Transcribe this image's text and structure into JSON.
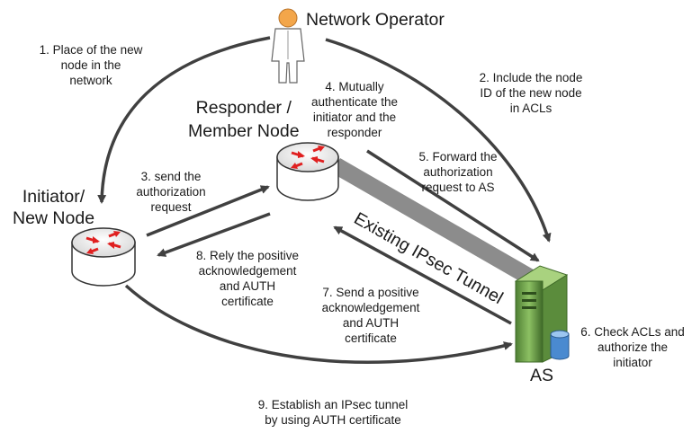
{
  "nodes": {
    "operator": "Network Operator",
    "responder": "Responder /\nMember Node",
    "initiator": "Initiator/\nNew Node",
    "as": "AS"
  },
  "tunnel_label": "Existing IPsec Tunnel",
  "steps": {
    "s1": "1. Place of the new\nnode in the\nnetwork",
    "s2": "2. Include the node\nID of the new node\nin ACLs",
    "s3": "3. send the\nauthorization\nrequest",
    "s4": "4. Mutually\nauthenticate the\ninitiator and the\nresponder",
    "s5": "5. Forward the\nauthorization\nrequest to AS",
    "s6": "6. Check ACLs and\nauthorize the\ninitiator",
    "s7": "7. Send a positive\nacknowledgement\nand AUTH\ncertificate",
    "s8": "8. Rely the positive\nacknowledgement\nand AUTH\ncertificate",
    "s9": "9. Establish an IPsec tunnel\nby using  AUTH certificate"
  },
  "colors": {
    "arrow": "#404040",
    "router_arrow": "#e02020",
    "tunnel": "#8c8c8c",
    "server_green": "#6fa64a",
    "person": "#f3a64a"
  }
}
